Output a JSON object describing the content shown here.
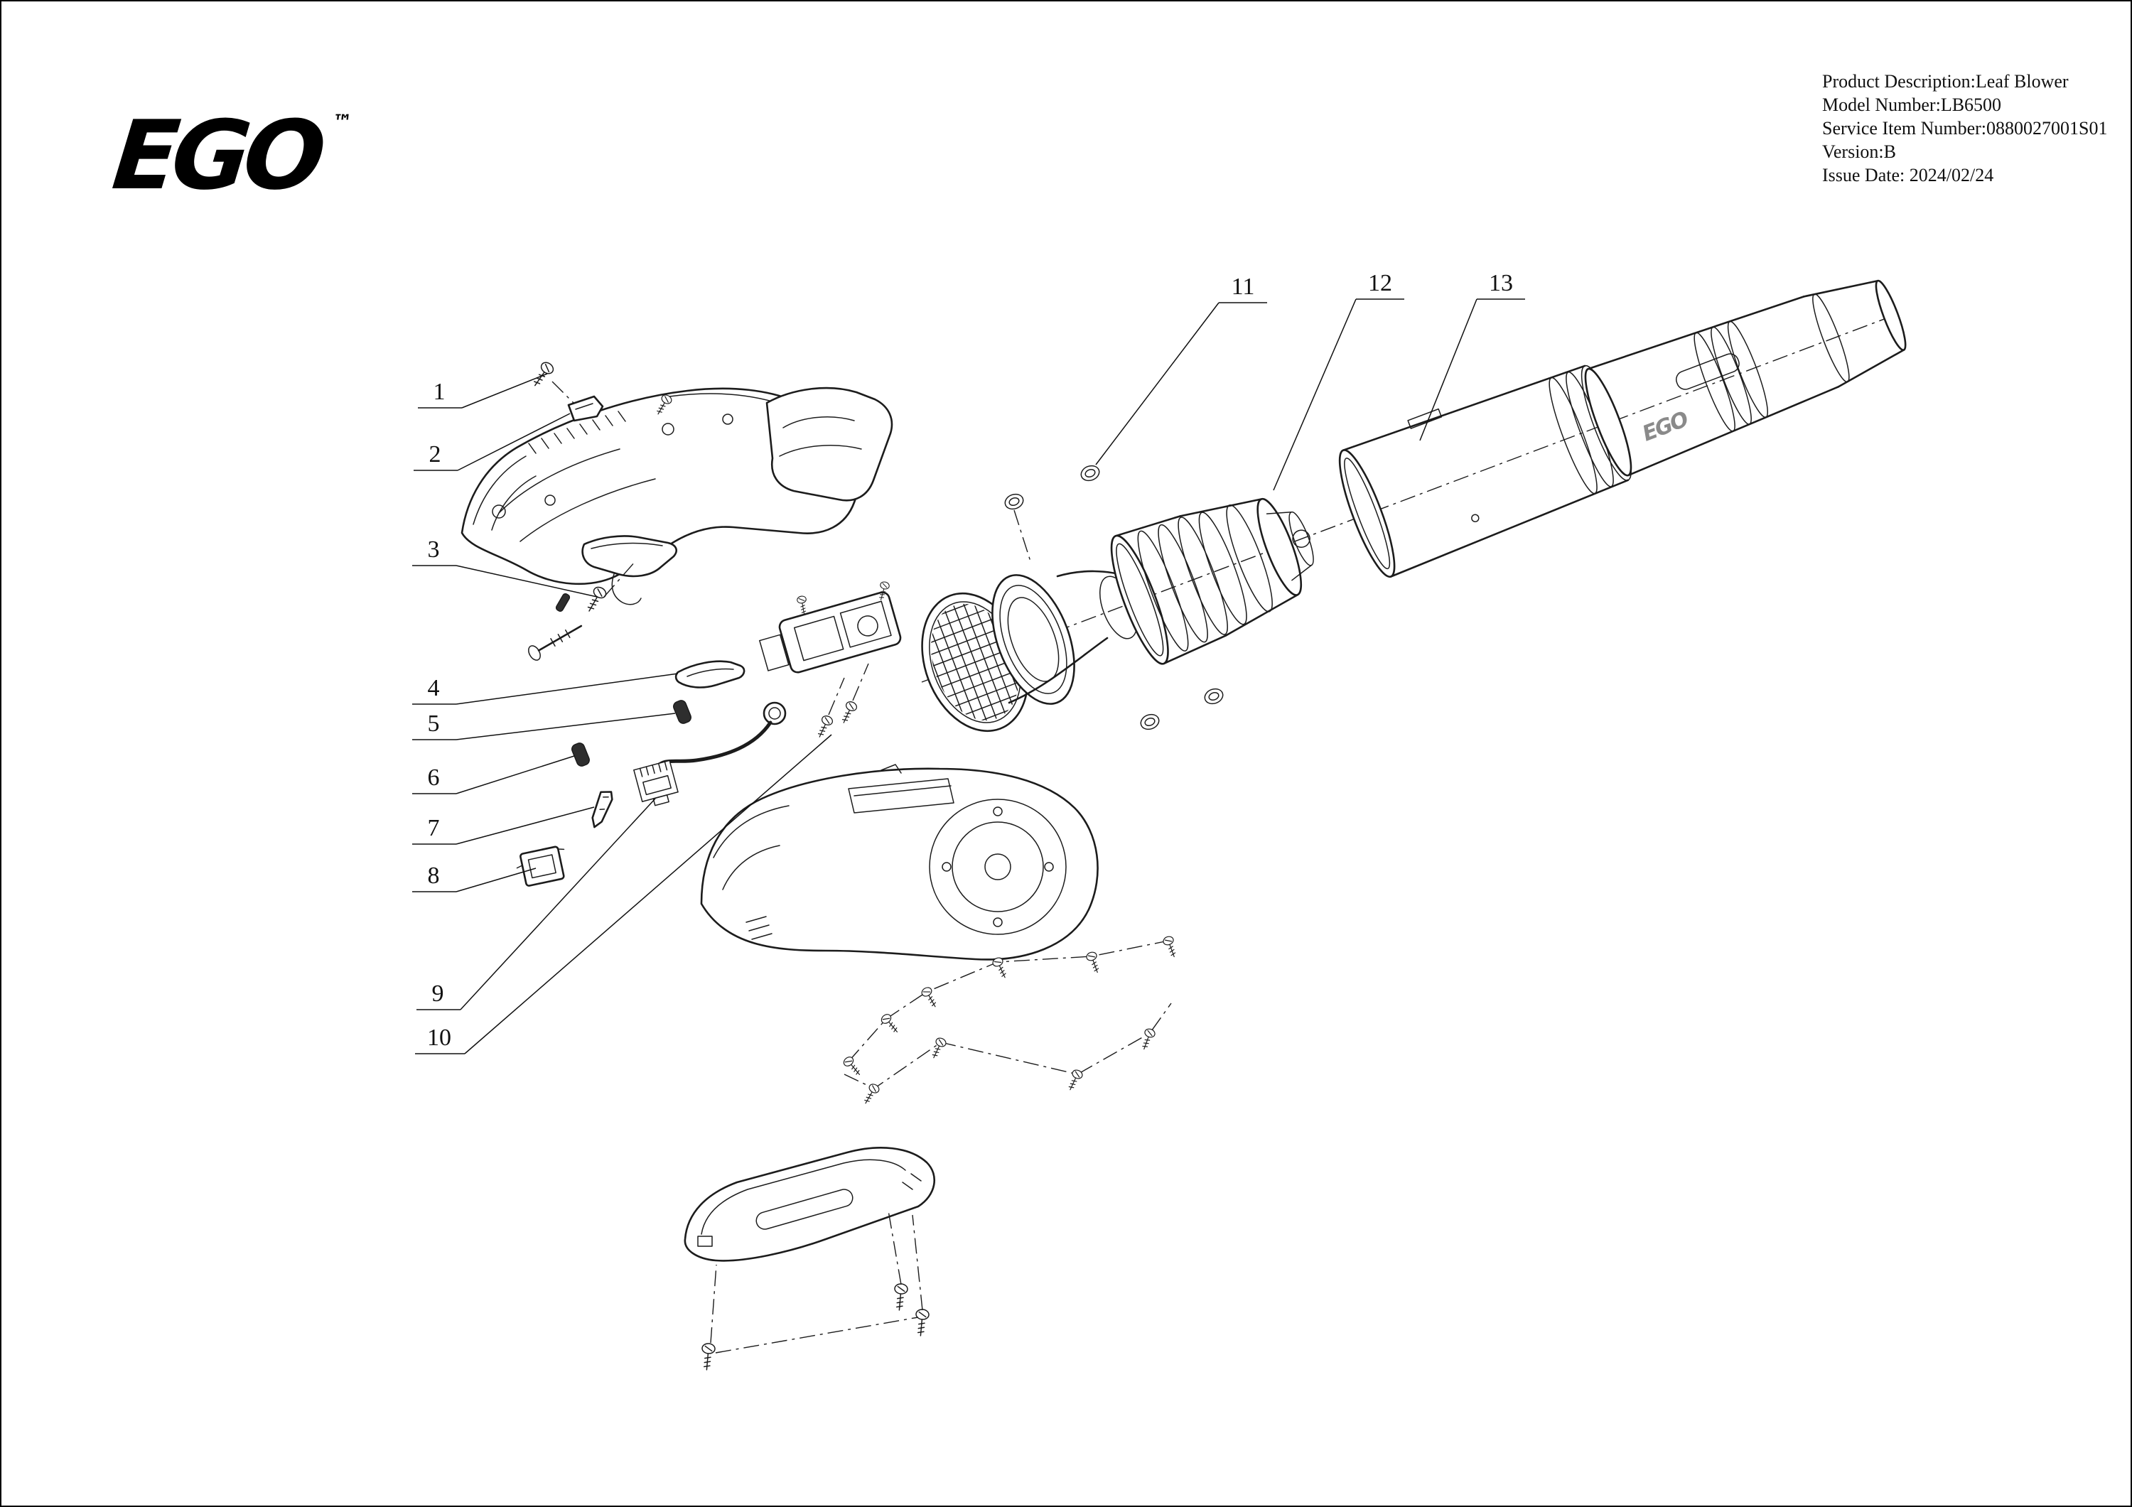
{
  "brand": {
    "logo_text": "EGO",
    "trademark": "™",
    "tube_logo_text": "EGO"
  },
  "title_block": {
    "lines": [
      {
        "label": "Product Description:",
        "value": "Leaf Blower"
      },
      {
        "label": "Model Number:",
        "value": "LB6500"
      },
      {
        "label": "Service Item Number:",
        "value": "0880027001S01"
      },
      {
        "label": "Version:",
        "value": "B"
      },
      {
        "label": "Issue Date:",
        "value": " 2024/02/24"
      }
    ]
  },
  "callouts": [
    {
      "label": "1"
    },
    {
      "label": "2"
    },
    {
      "label": "3"
    },
    {
      "label": "4"
    },
    {
      "label": "5"
    },
    {
      "label": "6"
    },
    {
      "label": "7"
    },
    {
      "label": "8"
    },
    {
      "label": "9"
    },
    {
      "label": "10"
    },
    {
      "label": "11"
    },
    {
      "label": "12"
    },
    {
      "label": "13"
    }
  ],
  "colors": {
    "line": "#1c1c1c",
    "background": "#ffffff"
  }
}
